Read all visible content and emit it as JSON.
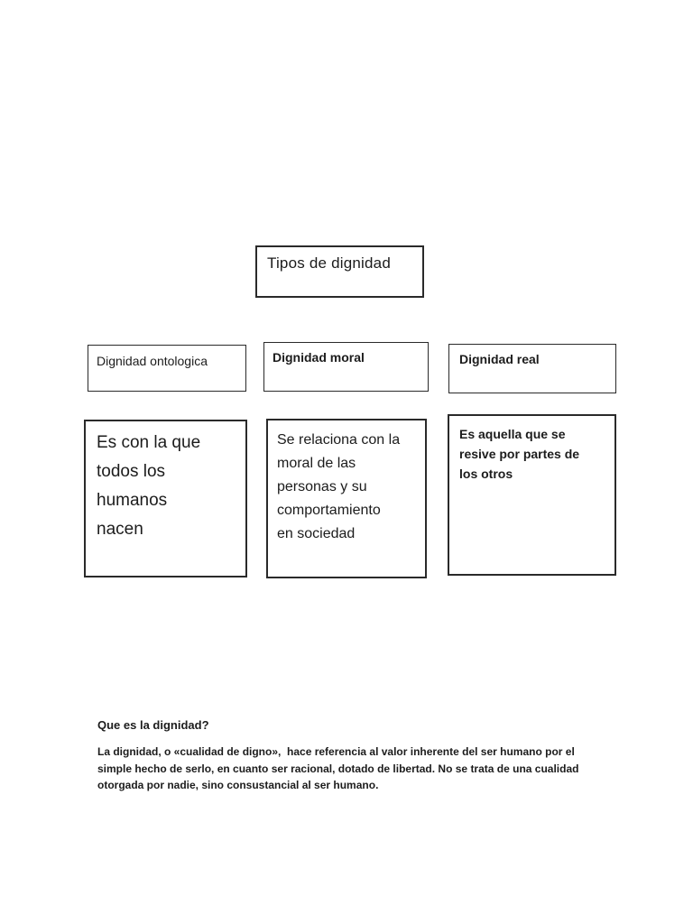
{
  "diagram": {
    "title": "Tipos de dignidad",
    "nodes": [
      {
        "label": "Dignidad ontologica",
        "description": "Es con la que\ntodos los\nhumanos\nnacen"
      },
      {
        "label": "Dignidad moral",
        "description": "Se relaciona con la\nmoral de las\npersonas y su\ncomportamiento\nen sociedad"
      },
      {
        "label": "Dignidad real",
        "description": "Es aquella que se\nresive por partes de\nlos otros"
      }
    ]
  },
  "footer": {
    "heading": "Que es la dignidad?",
    "paragraph": "La dignidad, o «cualidad de digno»,  hace referencia al valor inherente del ser humano por el\nsimple hecho de serlo, en cuanto ser racional, dotado de libertad. No se trata de una cualidad\notorgada por nadie, sino consustancial al ser humano."
  },
  "colors": {
    "page_background": "#ffffff",
    "border": "#2a2a2a",
    "text": "#1c1c1c"
  }
}
